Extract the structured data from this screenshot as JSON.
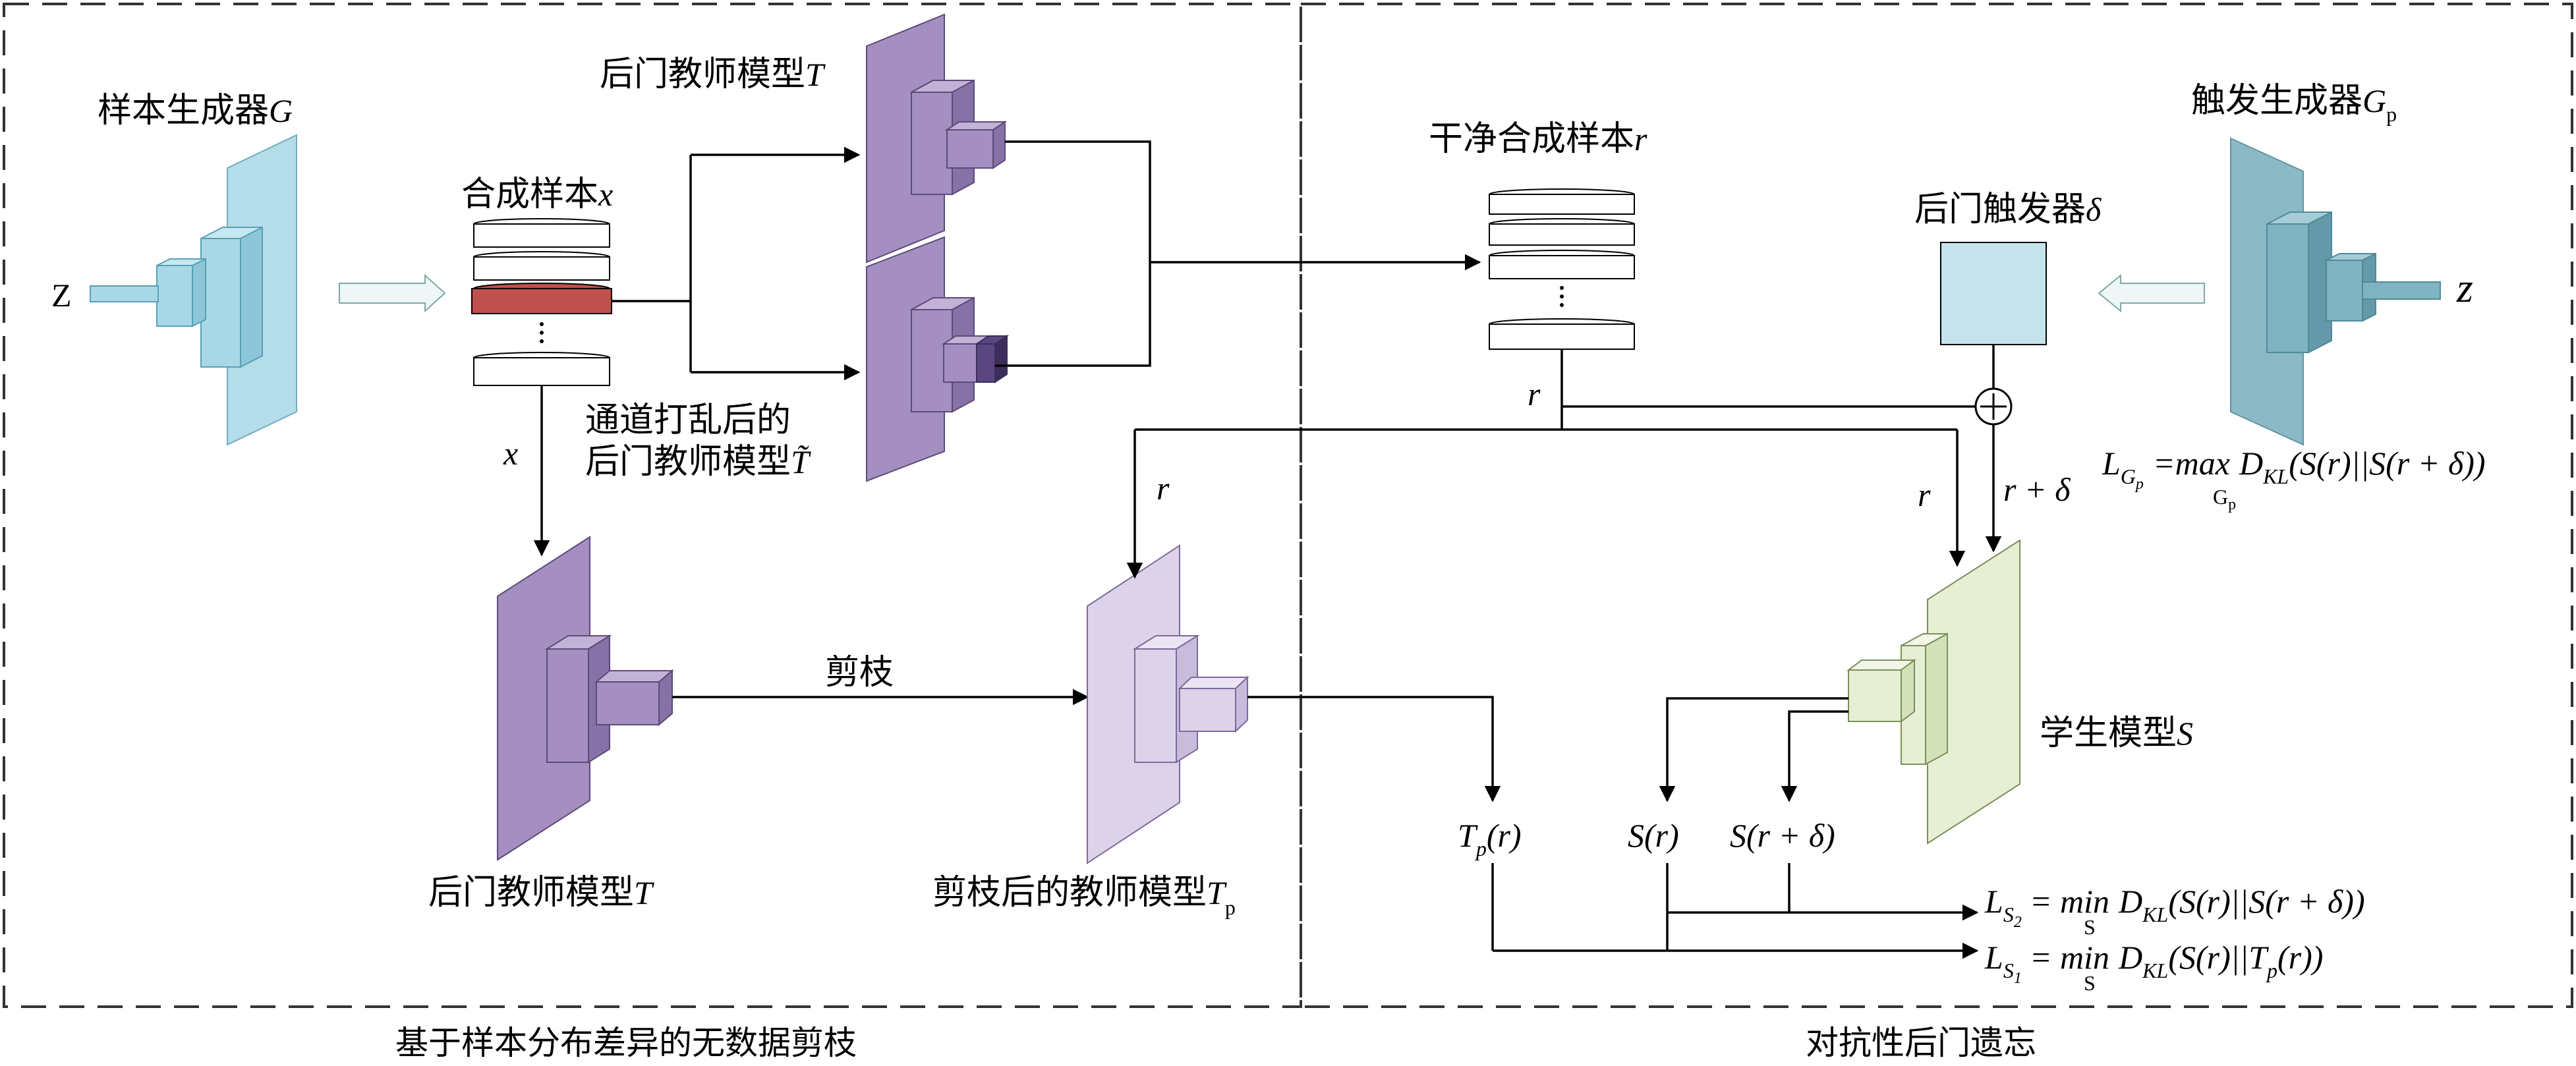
{
  "left_section": {
    "title": "基于样本分布差异的无数据剪枝",
    "sample_generator": {
      "label": "样本生成器",
      "var": "G"
    },
    "noise_input": "Z",
    "synthetic_sample": {
      "label": "合成样本",
      "var": "x"
    },
    "backdoor_teacher_top": {
      "label": "后门教师模型",
      "var": "T"
    },
    "shuffled_teacher": {
      "line1": "通道打乱后的",
      "line2": "后门教师模型",
      "var": "T̃"
    },
    "x_arrow_label": "x",
    "backdoor_teacher_bottom": {
      "label": "后门教师模型",
      "var": "T"
    },
    "prune_label": "剪枝",
    "pruned_teacher": {
      "label": "剪枝后的教师模型",
      "var": "T",
      "sub": "p"
    }
  },
  "right_section": {
    "title": "对抗性后门遗忘",
    "clean_sample": {
      "label": "干净合成样本",
      "var": "r"
    },
    "trigger_generator": {
      "label": "触发生成器",
      "var": "G",
      "sub": "p"
    },
    "backdoor_trigger": {
      "label": "后门触发器",
      "var": "δ"
    },
    "noise_input": "z",
    "r_labels": {
      "a": "r",
      "b": "r",
      "c": "r"
    },
    "r_plus_delta": "r + δ",
    "student": {
      "label": "学生模型",
      "var": "S"
    },
    "outputs": {
      "tp": {
        "var": "T",
        "sub": "p",
        "arg": "(r)"
      },
      "s": "S(r)",
      "sd": "S(r + δ)"
    },
    "loss_gp": {
      "L": "L",
      "Lsub": "G",
      "Lsubsub": "p",
      "eq": "=max",
      "opsub": "G",
      "opsubsub": "p",
      "D": "D",
      "Dsub": "KL",
      "body": "(S(r)||S(r + δ))"
    },
    "loss_s2": {
      "L": "L",
      "Lsub": "S",
      "Lsubsub": "2",
      "eq": "= min",
      "opsub": "S",
      "D": "D",
      "Dsub": "KL",
      "body": "(S(r)||S(r + δ))"
    },
    "loss_s1": {
      "L": "L",
      "Lsub": "S",
      "Lsubsub": "1",
      "eq": "= min",
      "opsub": "S",
      "D": "D",
      "Dsub": "KL",
      "body1": "(S(r)||T",
      "body_sub": "p",
      "body2": "(r))"
    }
  },
  "colors": {
    "generator_blue": "#a8d8e6",
    "trigger_gen_blue": "#7fb3c0",
    "teacher_purple": "#a48fc0",
    "pruned_lilac": "#dcd3ea",
    "student_green": "#e6efd4",
    "red_layer": "#c0504d",
    "trigger_box": "#c5e3ec"
  }
}
